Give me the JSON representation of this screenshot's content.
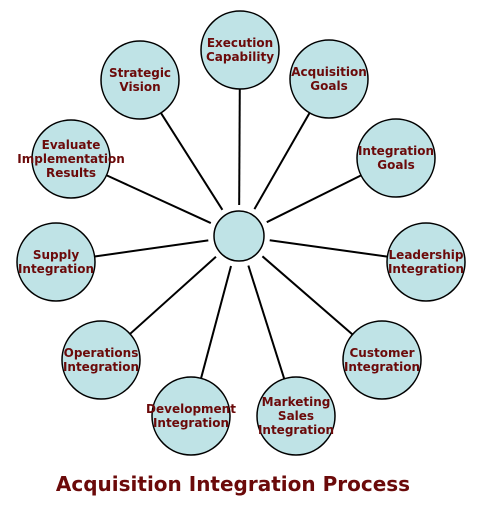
{
  "title": "Acquisition Integration Process",
  "colors": {
    "node_fill": "#bfe3e6",
    "node_stroke": "#000000",
    "line": "#000000",
    "text": "#6b0a0a"
  },
  "center_node": {
    "label": ""
  },
  "nodes": [
    {
      "lines": [
        "Execution",
        "Capability"
      ]
    },
    {
      "lines": [
        "Acquisition",
        "Goals"
      ]
    },
    {
      "lines": [
        "Integration",
        "Goals"
      ]
    },
    {
      "lines": [
        "Leadership",
        "Integration"
      ]
    },
    {
      "lines": [
        "Customer",
        "Integration"
      ]
    },
    {
      "lines": [
        "Marketing",
        "Sales",
        "Integration"
      ]
    },
    {
      "lines": [
        "Development",
        "Integration"
      ]
    },
    {
      "lines": [
        "Operations",
        "Integration"
      ]
    },
    {
      "lines": [
        "Supply",
        "Integration"
      ]
    },
    {
      "lines": [
        "Evaluate",
        "Implementation",
        "Results"
      ]
    },
    {
      "lines": [
        "Strategic",
        "Vision"
      ]
    }
  ]
}
